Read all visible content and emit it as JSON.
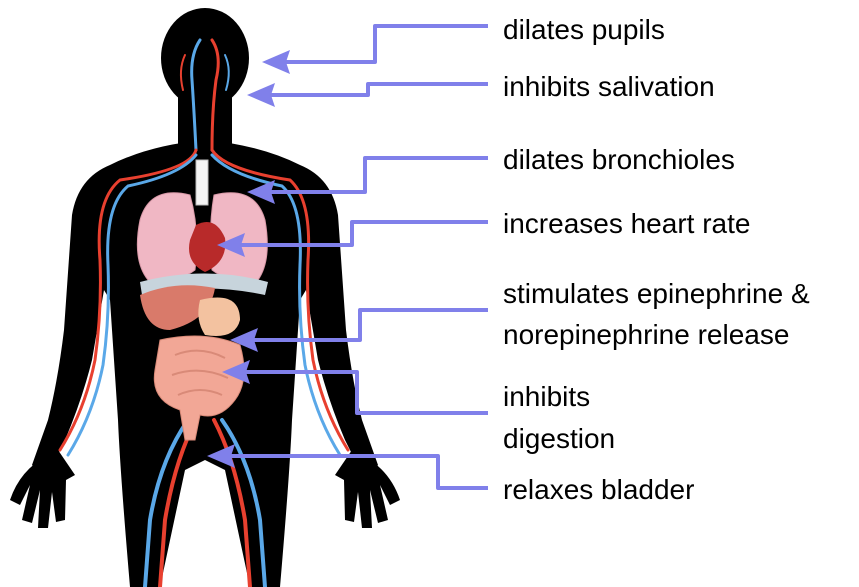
{
  "colors": {
    "body": "#000000",
    "artery": "#e8402f",
    "vein": "#5aa8e8",
    "arrow": "#8080ea",
    "lung": "#f0b7c4",
    "heart": "#b82a2a",
    "liver": "#d97a6a",
    "stomach": "#f3c2a0",
    "intestine": "#f2a796",
    "diaphragm": "#c7d4dc",
    "trachea": "#f4f4f4"
  },
  "labels": {
    "pupils": "dilates pupils",
    "salivation": "inhibits salivation",
    "bronchioles": "dilates bronchioles",
    "heart": "increases heart rate",
    "epi_line1": "stimulates epinephrine &",
    "epi_line2": "norepinephrine release",
    "dig_line1": "inhibits",
    "dig_line2": "digestion",
    "bladder": "relaxes bladder"
  }
}
